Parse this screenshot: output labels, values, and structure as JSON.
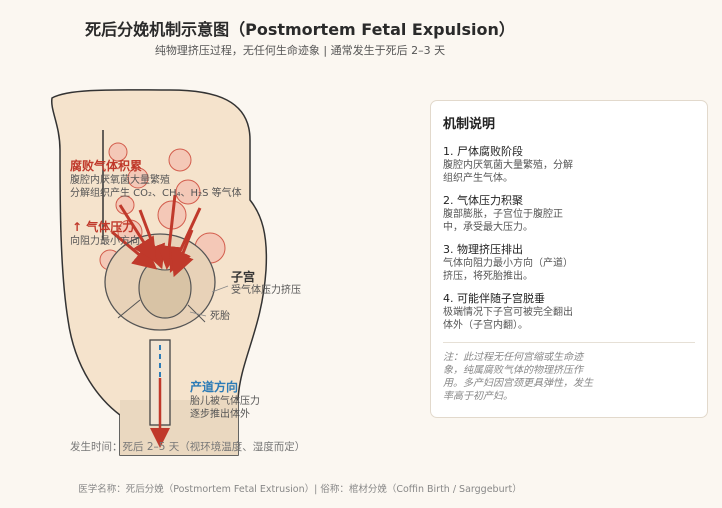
{
  "header": {
    "title": "死后分娩机制示意图（Postmortem Fetal Expulsion）",
    "subtitle": "纯物理挤压过程，无任何生命迹象 | 通常发生于死后 2–3 天"
  },
  "labels": {
    "gas_title": "腐败气体积累",
    "gas_desc1": "腹腔内厌氧菌大量繁殖",
    "gas_desc2": "分解组织产生 CO₂、CH₄、H₂S 等气体",
    "pressure_title": "↑ 气体压力",
    "pressure_desc": "向阻力最小方向",
    "uterus_title": "子宫",
    "uterus_desc": "受气体压力挤压",
    "fetus_label": "死胎",
    "birth_title": "产道方向",
    "birth_desc1": "胎儿被气体压力",
    "birth_desc2": "逐步推出体外"
  },
  "panel": {
    "title": "机制说明",
    "steps": [
      {
        "title": "1. 尸体腐败阶段",
        "desc": "腹腔内厌氧菌大量繁殖，分解组织产生气体。"
      },
      {
        "title": "2. 气体压力积聚",
        "desc": "腹部膨胀，子宫位于腹腔正中，承受最大压力。"
      },
      {
        "title": "3. 物理挤压排出",
        "desc": "气体向阻力最小方向（产道）挤压，将死胎推出。"
      },
      {
        "title": "4. 可能伴随子宫脱垂",
        "desc": "极端情况下子宫可被完全翻出体外（子宫内翻）。"
      }
    ],
    "note": "注：此过程无任何宫缩或生命迹象，纯属腐败气体的物理挤压作用。多产妇因宫颈更具弹性，发生率高于初产妇。"
  },
  "timing": "发生时间：死后 2–5 天（视环境温度、湿度而定）",
  "footer": "医学名称：死后分娩（Postmortem Fetal Extrusion）| 俗称：棺材分娩（Coffin Birth / Sarggeburt）",
  "colors": {
    "accent_red": "#c0392b",
    "accent_blue": "#2c7bb6",
    "body_fill": "#f5e3cc",
    "uterus_fill": "#e8d2b8"
  }
}
